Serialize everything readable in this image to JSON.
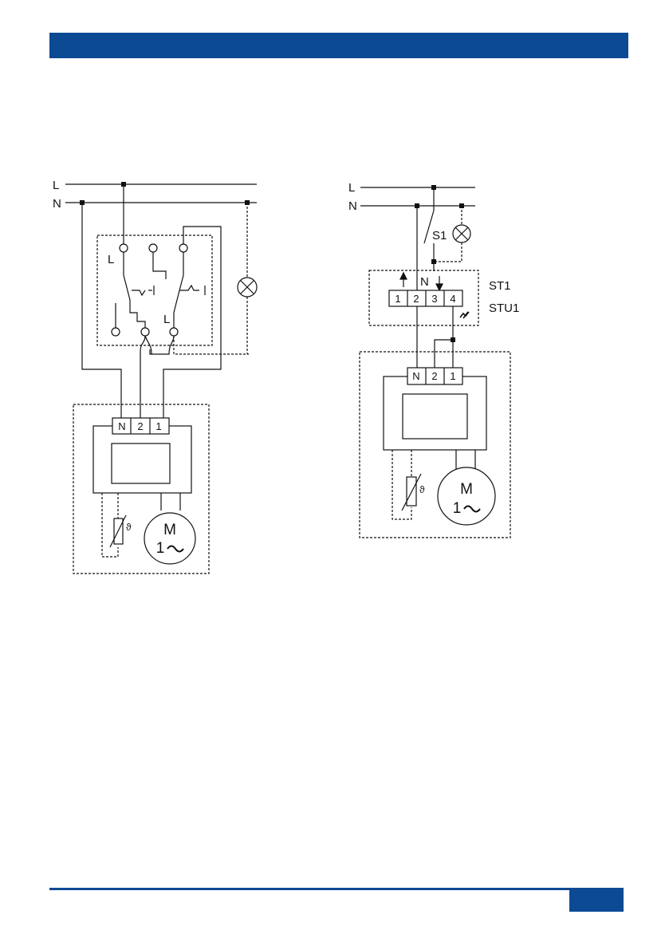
{
  "colors": {
    "brand_blue": "#0c4a94",
    "line": "#111111"
  },
  "left_diagram": {
    "line_L": "L",
    "line_N": "N",
    "switch_L_top": "L",
    "switch_L_bottom": "L",
    "terminals": [
      "N",
      "2",
      "1"
    ],
    "motor_M": "M",
    "motor_1": "1",
    "thermo_symbol": "ϑ"
  },
  "right_diagram": {
    "line_L": "L",
    "line_N": "N",
    "switch_label": "S1",
    "n_label": "N",
    "control_terminals": [
      "1",
      "2",
      "3",
      "4"
    ],
    "label_st1": "ST1",
    "label_stu1": "STU1",
    "terminals": [
      "N",
      "2",
      "1"
    ],
    "motor_M": "M",
    "motor_1": "1",
    "thermo_symbol": "ϑ"
  }
}
